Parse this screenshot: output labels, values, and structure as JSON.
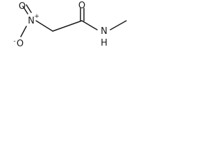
{
  "molecule": {
    "atoms": {
      "nitro_n": {
        "symbol": "N",
        "charge": "+"
      },
      "nitro_o_double": {
        "symbol": "O"
      },
      "nitro_o_single": {
        "symbol": "O",
        "charge": "-"
      },
      "carbonyl_o": {
        "symbol": "O"
      },
      "amide_nh": {
        "symbol": "N",
        "hydrogen": "H"
      }
    }
  }
}
